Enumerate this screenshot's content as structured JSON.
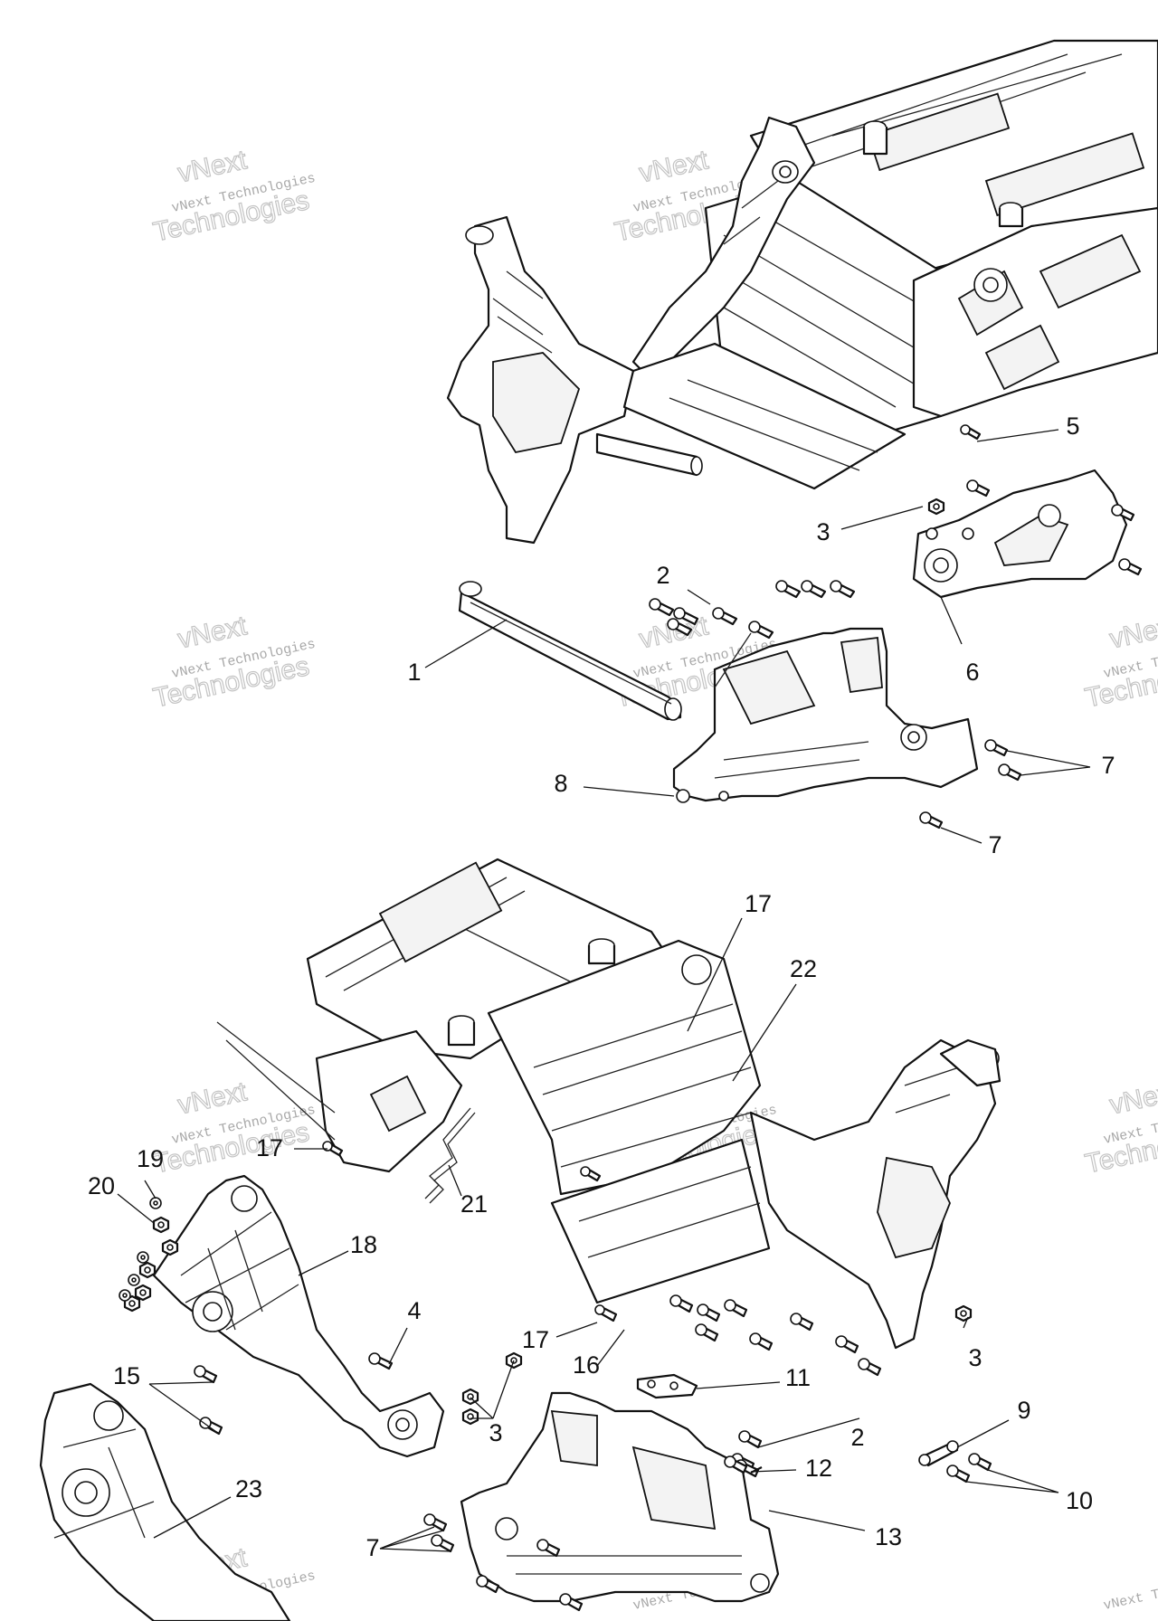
{
  "watermark": {
    "line1": "vNext",
    "line2": "vNext Technologies",
    "line3": "Technologies"
  },
  "callouts": [
    {
      "id": "c1",
      "label": "1"
    },
    {
      "id": "c2a",
      "label": "2"
    },
    {
      "id": "c3a",
      "label": "3"
    },
    {
      "id": "c5",
      "label": "5"
    },
    {
      "id": "c6",
      "label": "6"
    },
    {
      "id": "c7a",
      "label": "7"
    },
    {
      "id": "c7b",
      "label": "7"
    },
    {
      "id": "c8",
      "label": "8"
    },
    {
      "id": "c17a",
      "label": "17"
    },
    {
      "id": "c22",
      "label": "22"
    },
    {
      "id": "c17b",
      "label": "17"
    },
    {
      "id": "c19",
      "label": "19"
    },
    {
      "id": "c20",
      "label": "20"
    },
    {
      "id": "c21",
      "label": "21"
    },
    {
      "id": "c18",
      "label": "18"
    },
    {
      "id": "c4",
      "label": "4"
    },
    {
      "id": "c17c",
      "label": "17"
    },
    {
      "id": "c16",
      "label": "16"
    },
    {
      "id": "c3b",
      "label": "3"
    },
    {
      "id": "c15",
      "label": "15"
    },
    {
      "id": "c3c",
      "label": "3"
    },
    {
      "id": "c11",
      "label": "11"
    },
    {
      "id": "c2b",
      "label": "2"
    },
    {
      "id": "c9",
      "label": "9"
    },
    {
      "id": "c12",
      "label": "12"
    },
    {
      "id": "c10",
      "label": "10"
    },
    {
      "id": "c23",
      "label": "23"
    },
    {
      "id": "c7c",
      "label": "7"
    },
    {
      "id": "c13",
      "label": "13"
    }
  ]
}
